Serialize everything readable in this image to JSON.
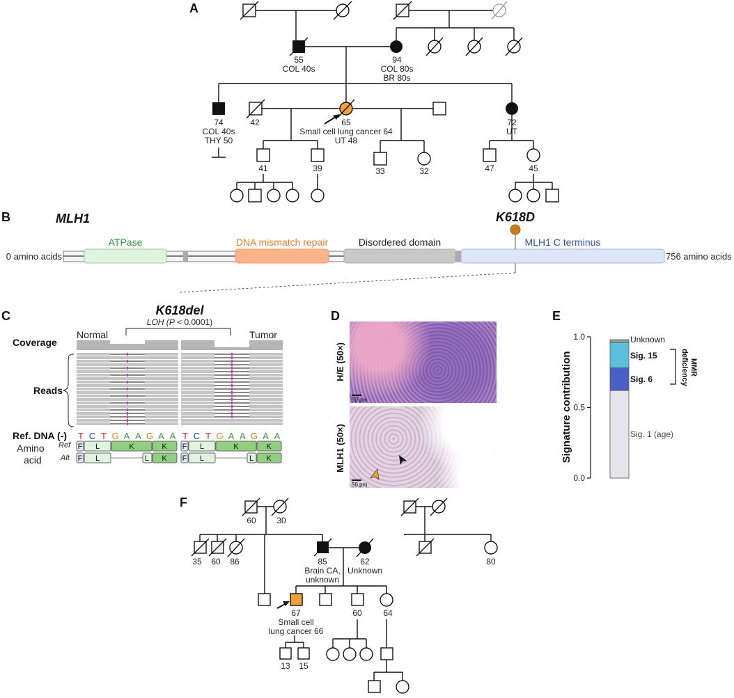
{
  "panels": {
    "a": "A",
    "b": "B",
    "c": "C",
    "d": "D",
    "e": "E",
    "f": "F"
  },
  "pedigree_a": {
    "founder_male_age": "55",
    "founder_male_dx": "COL 40s",
    "founder_female_age": "94",
    "founder_female_dx1": "COL 80s",
    "founder_female_dx2": "BR 80s",
    "son_age": "74",
    "son_dx1": "COL 40s",
    "son_dx2": "THY 50",
    "spouse_age": "42",
    "proband_age": "65",
    "proband_dx1": "Small cell lung cancer 64",
    "proband_dx2": "UT 48",
    "daughter_age": "72",
    "daughter_dx": "UT",
    "c1": "41",
    "c2": "39",
    "c3": "33",
    "c4": "32",
    "c5": "47",
    "c6": "45"
  },
  "protein": {
    "gene": "MLH1",
    "variant": "K618D",
    "start_label": "0 amino acids",
    "end_label": "756 amino acids",
    "domains": [
      {
        "name": "ATPase",
        "color": "#2e9a3a",
        "fill": "#dff3df"
      },
      {
        "name": "DNA mismatch repair",
        "color": "#f07a2a",
        "fill": "#fbb48a"
      },
      {
        "name": "Disordered domain",
        "color": "#222222",
        "fill": "#c8c8c8"
      },
      {
        "name": "MLH1 C terminus",
        "color": "#2b57a5",
        "fill": "#dde6f6"
      }
    ],
    "lollipop_color": "#c97c1f"
  },
  "igv": {
    "title": "K618del",
    "loh_label": "LOH (",
    "loh_p": "P",
    "loh_val": " < 0.0001)",
    "normal": "Normal",
    "tumor": "Tumor",
    "coverage": "Coverage",
    "reads": "Reads",
    "ref_dna": "Ref. DNA (-)",
    "amino": "Amino",
    "acid": "acid",
    "ref": "Ref",
    "alt": "Alt",
    "bases": [
      "T",
      "C",
      "T",
      "G",
      "A",
      "A",
      "G",
      "A",
      "A"
    ],
    "ref_aa": [
      "F",
      "L",
      "K",
      "K"
    ],
    "alt_aa": [
      "F",
      "L",
      "L",
      "K"
    ]
  },
  "histology": {
    "he_label": "H/E (50×)",
    "mlh1_label": "MLH1 (50×)",
    "scale": "50 µm"
  },
  "chart_data": {
    "type": "bar",
    "ylabel": "Signature contribution",
    "ylim": [
      0,
      1.0
    ],
    "yticks": [
      "0.0",
      "0.5",
      "1.0"
    ],
    "series": [
      {
        "name": "Sig. 1 (age)",
        "value": 0.62,
        "color": "#e4e4ea"
      },
      {
        "name": "Sig. 6",
        "value": 0.16,
        "color": "#4a5fc8"
      },
      {
        "name": "Sig. 15",
        "value": 0.18,
        "color": "#5bbfdc"
      },
      {
        "name": "Unknown",
        "value": 0.02,
        "color": "#8f9a97"
      }
    ],
    "bracket_label_1": "MMR",
    "bracket_label_2": "deficiency"
  },
  "pedigree_f": {
    "gp_m_age": "60",
    "gp_f_age": "30",
    "s1": "35",
    "s2": "60",
    "s3": "86",
    "father_age": "85",
    "father_dx1": "Brain CA,",
    "father_dx2": "unknown",
    "mother_age": "62",
    "mother_dx": "Unknown",
    "aunt_age": "80",
    "proband_age": "67",
    "proband_dx1": "Small cell",
    "proband_dx2": "lung cancer 66",
    "sib1": "60",
    "sib2": "64",
    "gc1": "13",
    "gc2": "15"
  }
}
